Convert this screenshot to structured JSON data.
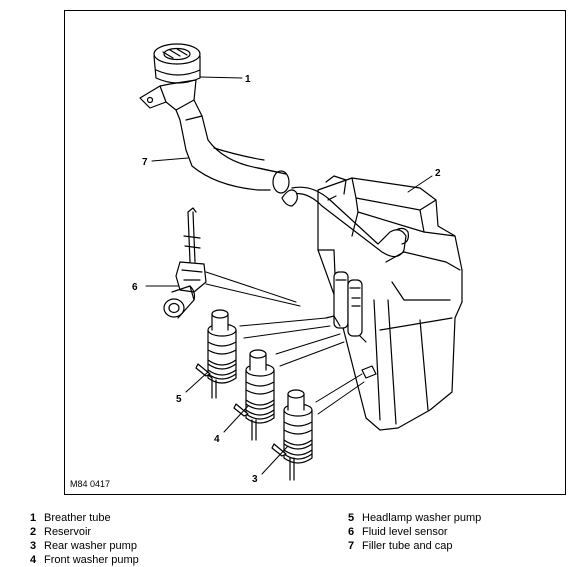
{
  "figure": {
    "id": "M84 0417",
    "callouts": [
      {
        "num": "1",
        "target": "breather-tube"
      },
      {
        "num": "2",
        "target": "reservoir"
      },
      {
        "num": "3",
        "target": "rear-washer-pump"
      },
      {
        "num": "4",
        "target": "front-washer-pump"
      },
      {
        "num": "5",
        "target": "headlamp-washer-pump"
      },
      {
        "num": "6",
        "target": "fluid-level-sensor"
      },
      {
        "num": "7",
        "target": "filler-tube-and-cap"
      }
    ]
  },
  "legend": {
    "left": [
      {
        "num": "1",
        "label": "Breather tube"
      },
      {
        "num": "2",
        "label": "Reservoir"
      },
      {
        "num": "3",
        "label": "Rear washer pump"
      },
      {
        "num": "4",
        "label": "Front washer pump"
      }
    ],
    "right": [
      {
        "num": "5",
        "label": "Headlamp washer pump"
      },
      {
        "num": "6",
        "label": "Fluid level sensor"
      },
      {
        "num": "7",
        "label": "Filler tube and cap"
      }
    ]
  }
}
